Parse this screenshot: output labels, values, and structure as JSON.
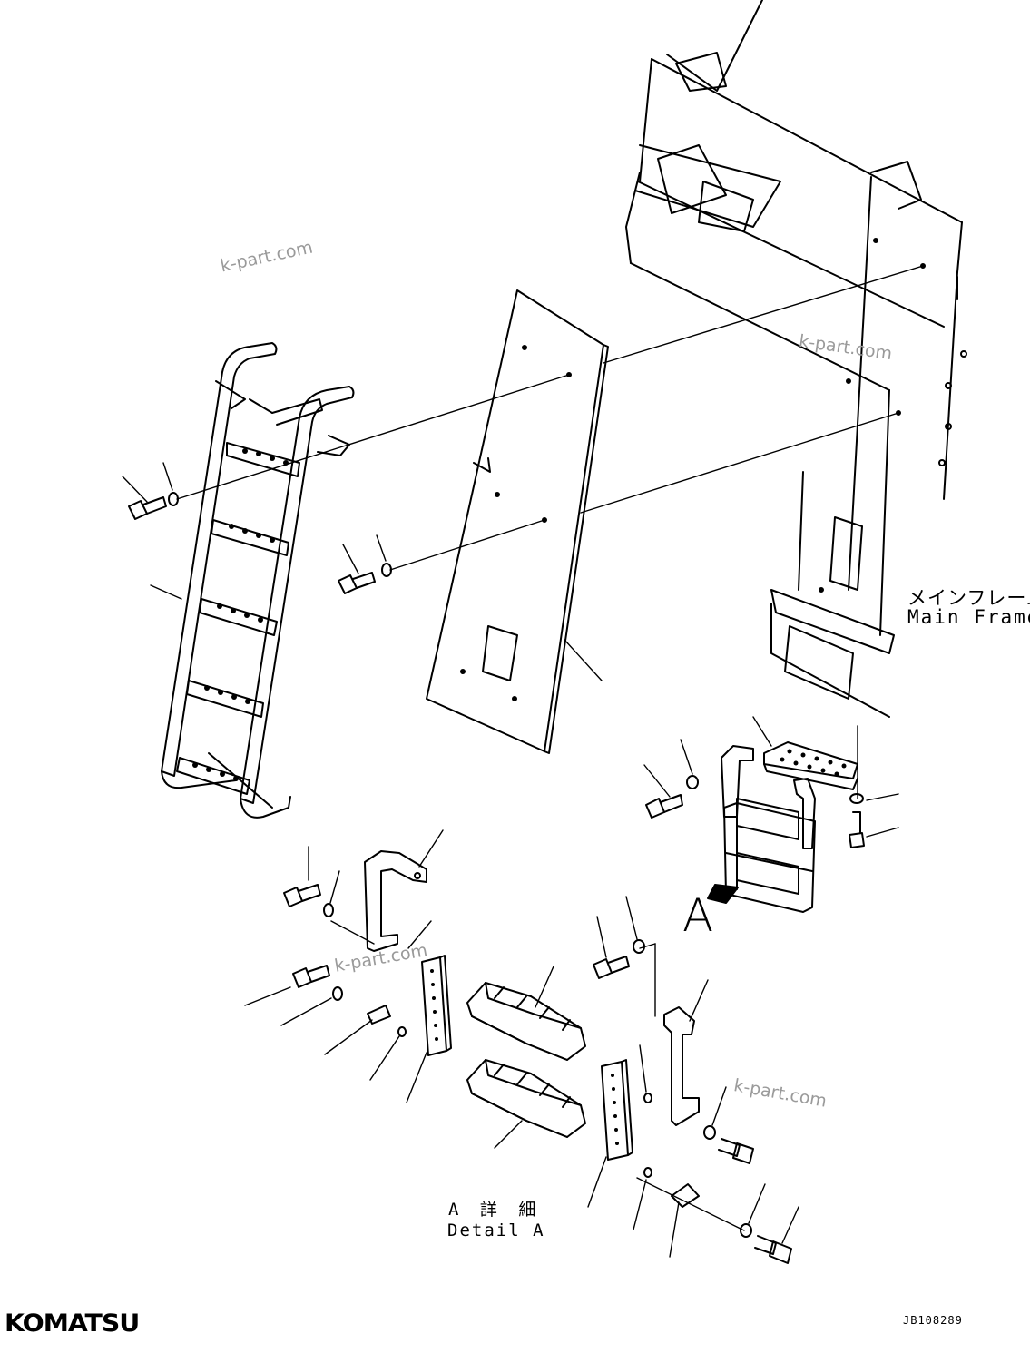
{
  "labels": {
    "main_frame_jp": "メインフレーム",
    "main_frame_en": "Main Frame",
    "detail_jp": "A 詳 細",
    "detail_en": "Detail A",
    "view_letter": "A"
  },
  "watermarks": [
    "k-part.com",
    "k-part.com",
    "k-part.com",
    "k-part.com"
  ],
  "footer": {
    "brand": "KOMATSU",
    "drawing_number": "JB108289"
  }
}
